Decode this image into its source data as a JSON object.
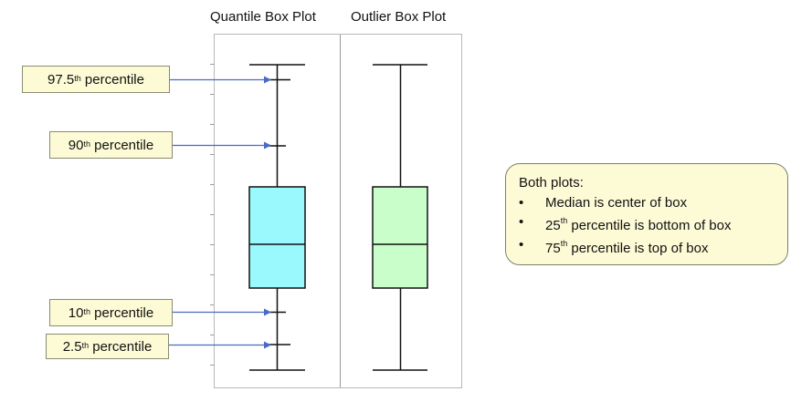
{
  "titles": {
    "quantile": "Quantile Box Plot",
    "outlier": "Outlier Box Plot"
  },
  "callouts": {
    "p975": {
      "base": "97.5",
      "sup": "th",
      "rest": " percentile"
    },
    "p90": {
      "base": "90",
      "sup": "th",
      "rest": " percentile"
    },
    "p10": {
      "base": "10",
      "sup": "th",
      "rest": " percentile"
    },
    "p25": {
      "base": "2.5",
      "sup": "th",
      "rest": " percentile"
    }
  },
  "note": {
    "title": "Both plots:",
    "bullet_glyph": "•",
    "items": [
      {
        "base": "Median is center of box",
        "sup": "",
        "rest": ""
      },
      {
        "base": "25",
        "sup": "th",
        "rest": " percentile is bottom of box"
      },
      {
        "base": "75",
        "sup": "th",
        "rest": " percentile is top of box"
      }
    ]
  },
  "colors": {
    "quantile_box_fill": "#99f9fd",
    "outlier_box_fill": "#c9fdc9",
    "callout_fill": "#fdfbd6",
    "arrow": "#4a6bc4",
    "frame": "#b8b8b8"
  }
}
